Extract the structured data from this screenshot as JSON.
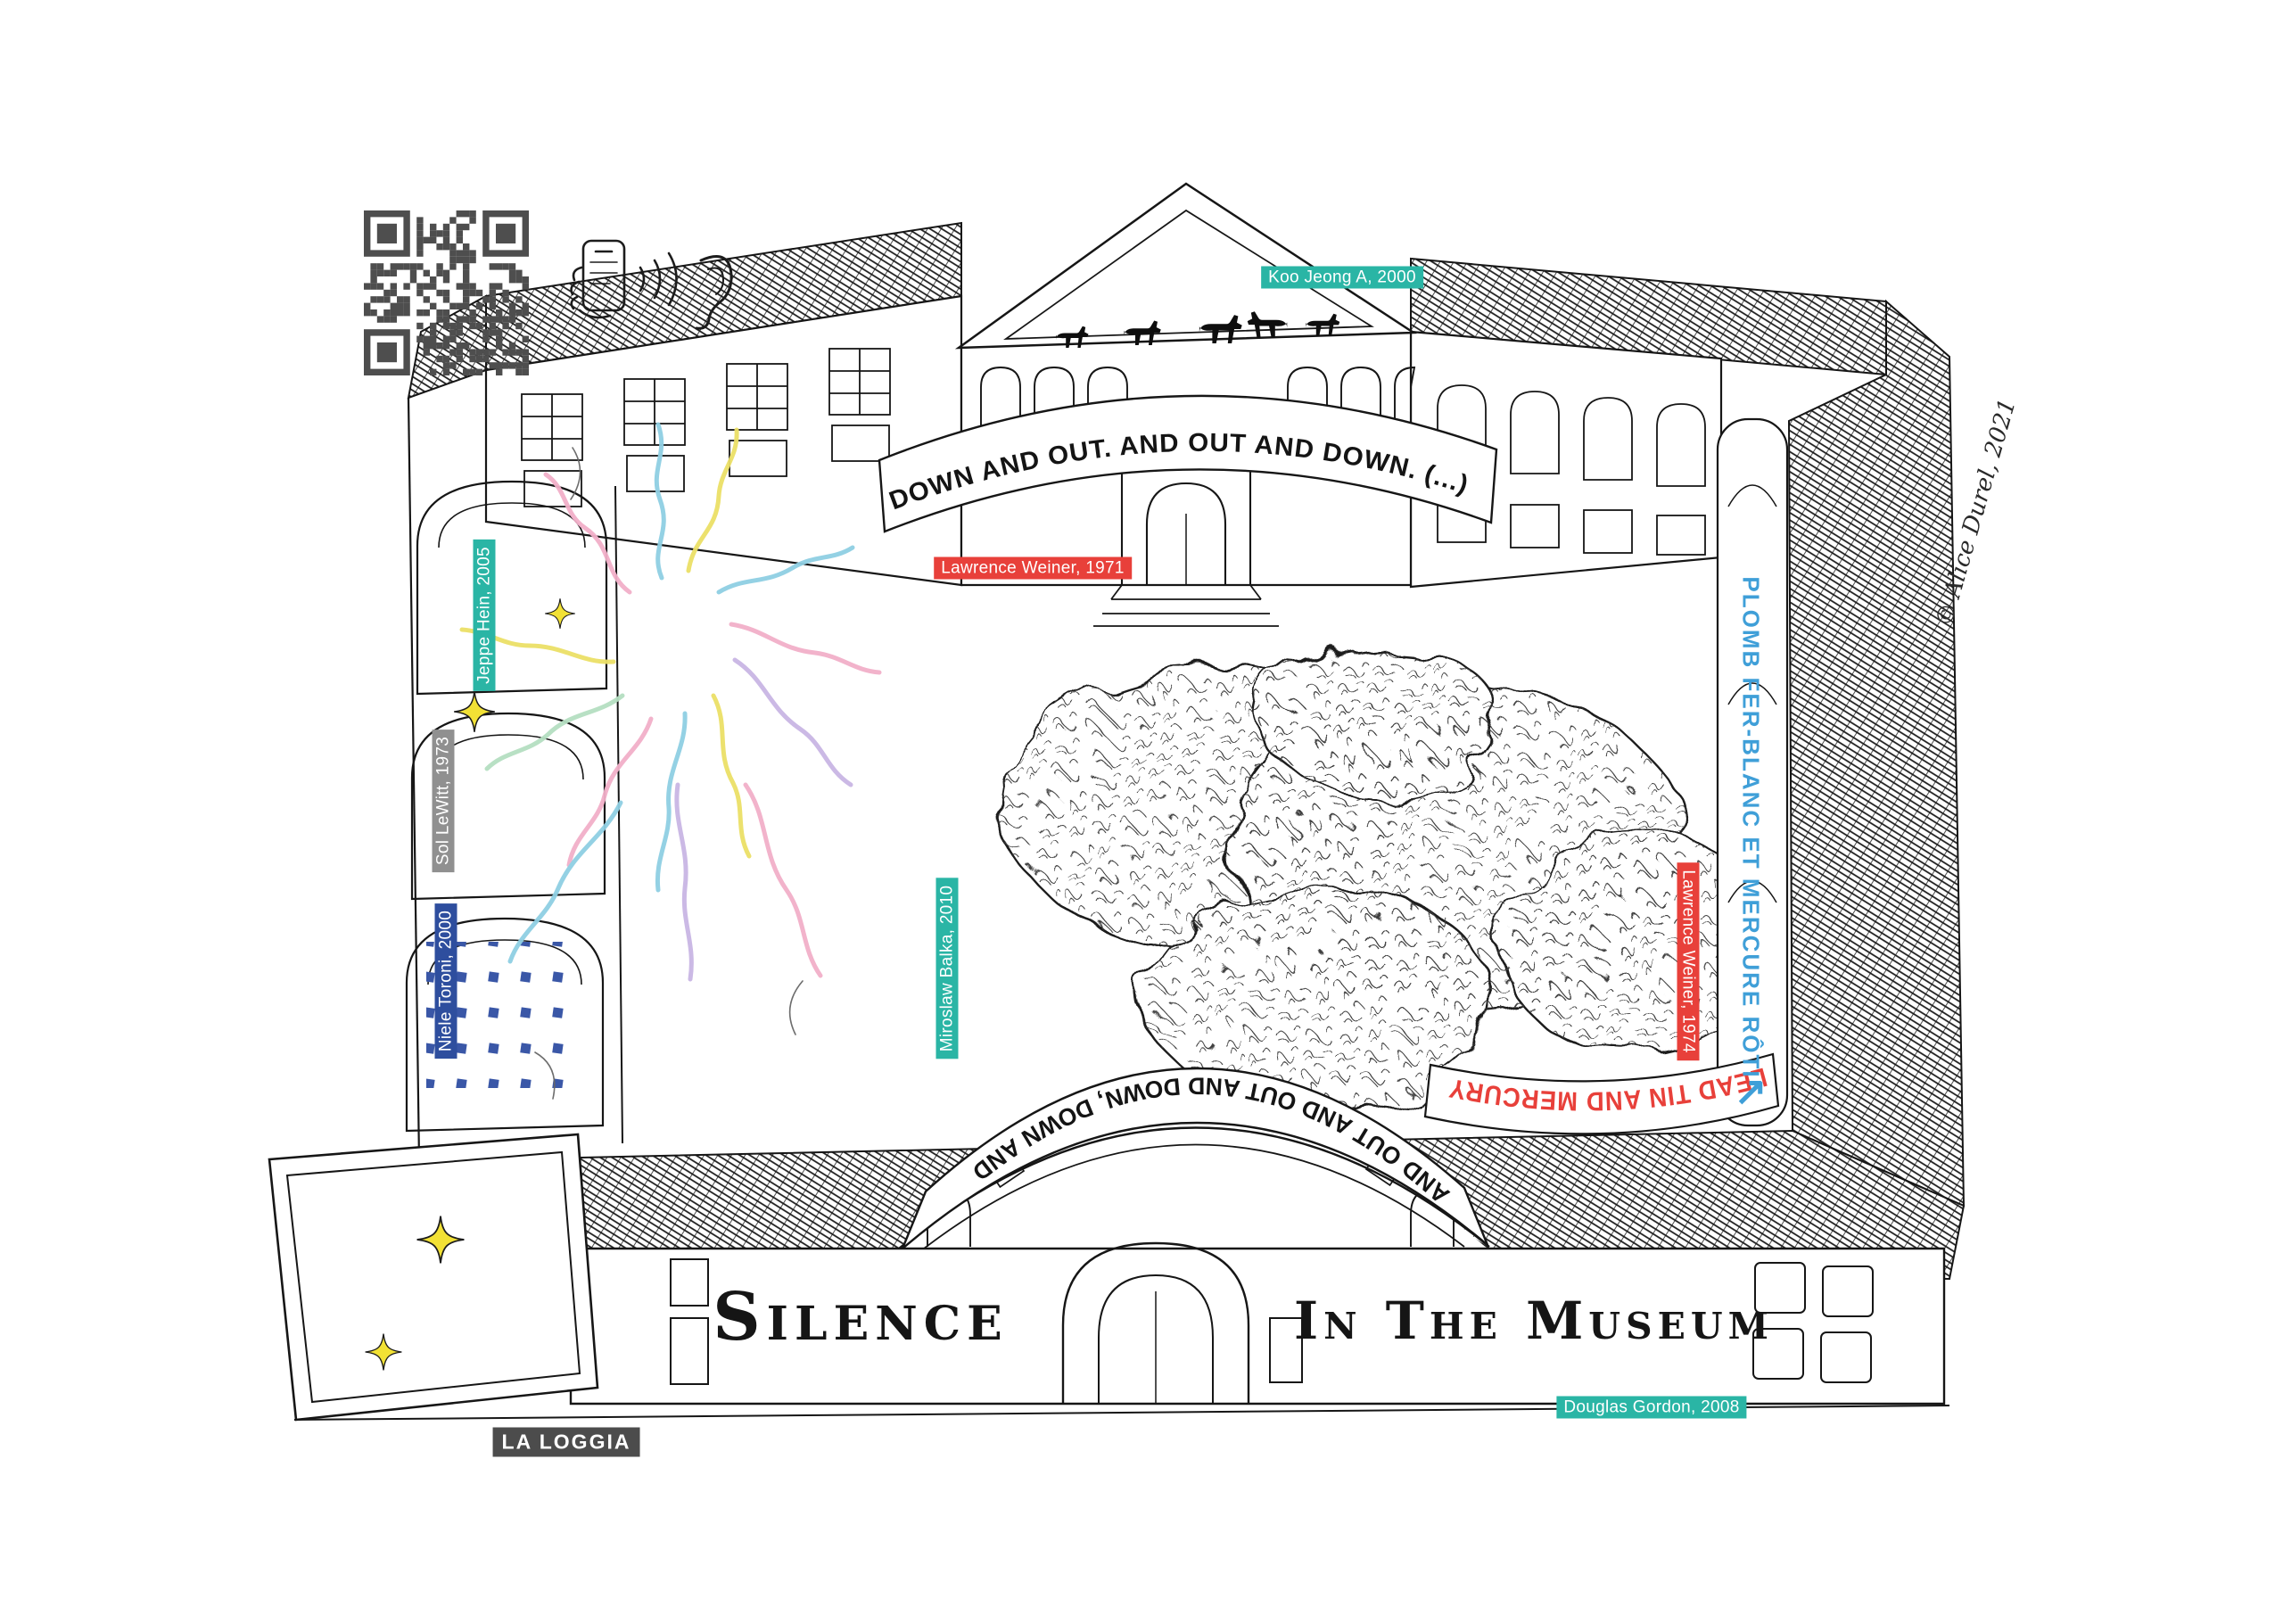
{
  "artwork_labels": [
    {
      "text": "Koo Jeong A, 2000",
      "color": "#2ab5a5"
    },
    {
      "text": "Lawrence Weiner, 1971",
      "color": "#e8403a"
    },
    {
      "text": "Jeppe Hein, 2005",
      "color": "#2ab5a5"
    },
    {
      "text": "Sol LeWitt, 1973",
      "color": "#909090"
    },
    {
      "text": "Niele Toroni, 2000",
      "color": "#2e4e9e"
    },
    {
      "text": "Miroslaw Balka, 2010",
      "color": "#2ab5a5"
    },
    {
      "text": "Lawrence Weiner, 1974",
      "color": "#e8403a"
    },
    {
      "text": "Douglas Gordon, 2008",
      "color": "#2ab5a5"
    }
  ],
  "texts": {
    "banner_top": "DOWN AND OUT. AND OUT AND DOWN. (...)",
    "banner_bottom": "AND OUT AND OUT AND DOWN, DOWN AND",
    "lead_ribbon": "LEAD TIN AND MERCURY",
    "plomb_wall": "PLOMB FER-BLANC ET MERCURE RÔTI",
    "plomb_arrow": "↗",
    "title_left": "Silence",
    "title_right": "In The Museum",
    "loggia": "LA LOGGIA",
    "signature": "© Alice Durel, 2021"
  },
  "icons": {
    "qr": "qr-code",
    "audio_guide": "hand-holding-phone-icon",
    "sound": "sound-waves-icon",
    "ear": "ear-icon"
  },
  "colors": {
    "teal_label": "#2ab5a5",
    "red_label": "#e8403a",
    "blue_label": "#2e4e9e",
    "gray_label": "#909090",
    "plomb_blue": "#3f9fd8",
    "ink": "#1a1a1a",
    "star_yellow": "#f2e135",
    "dot_blue": "#3a57a7",
    "qr_gray": "#4e4e4e"
  }
}
